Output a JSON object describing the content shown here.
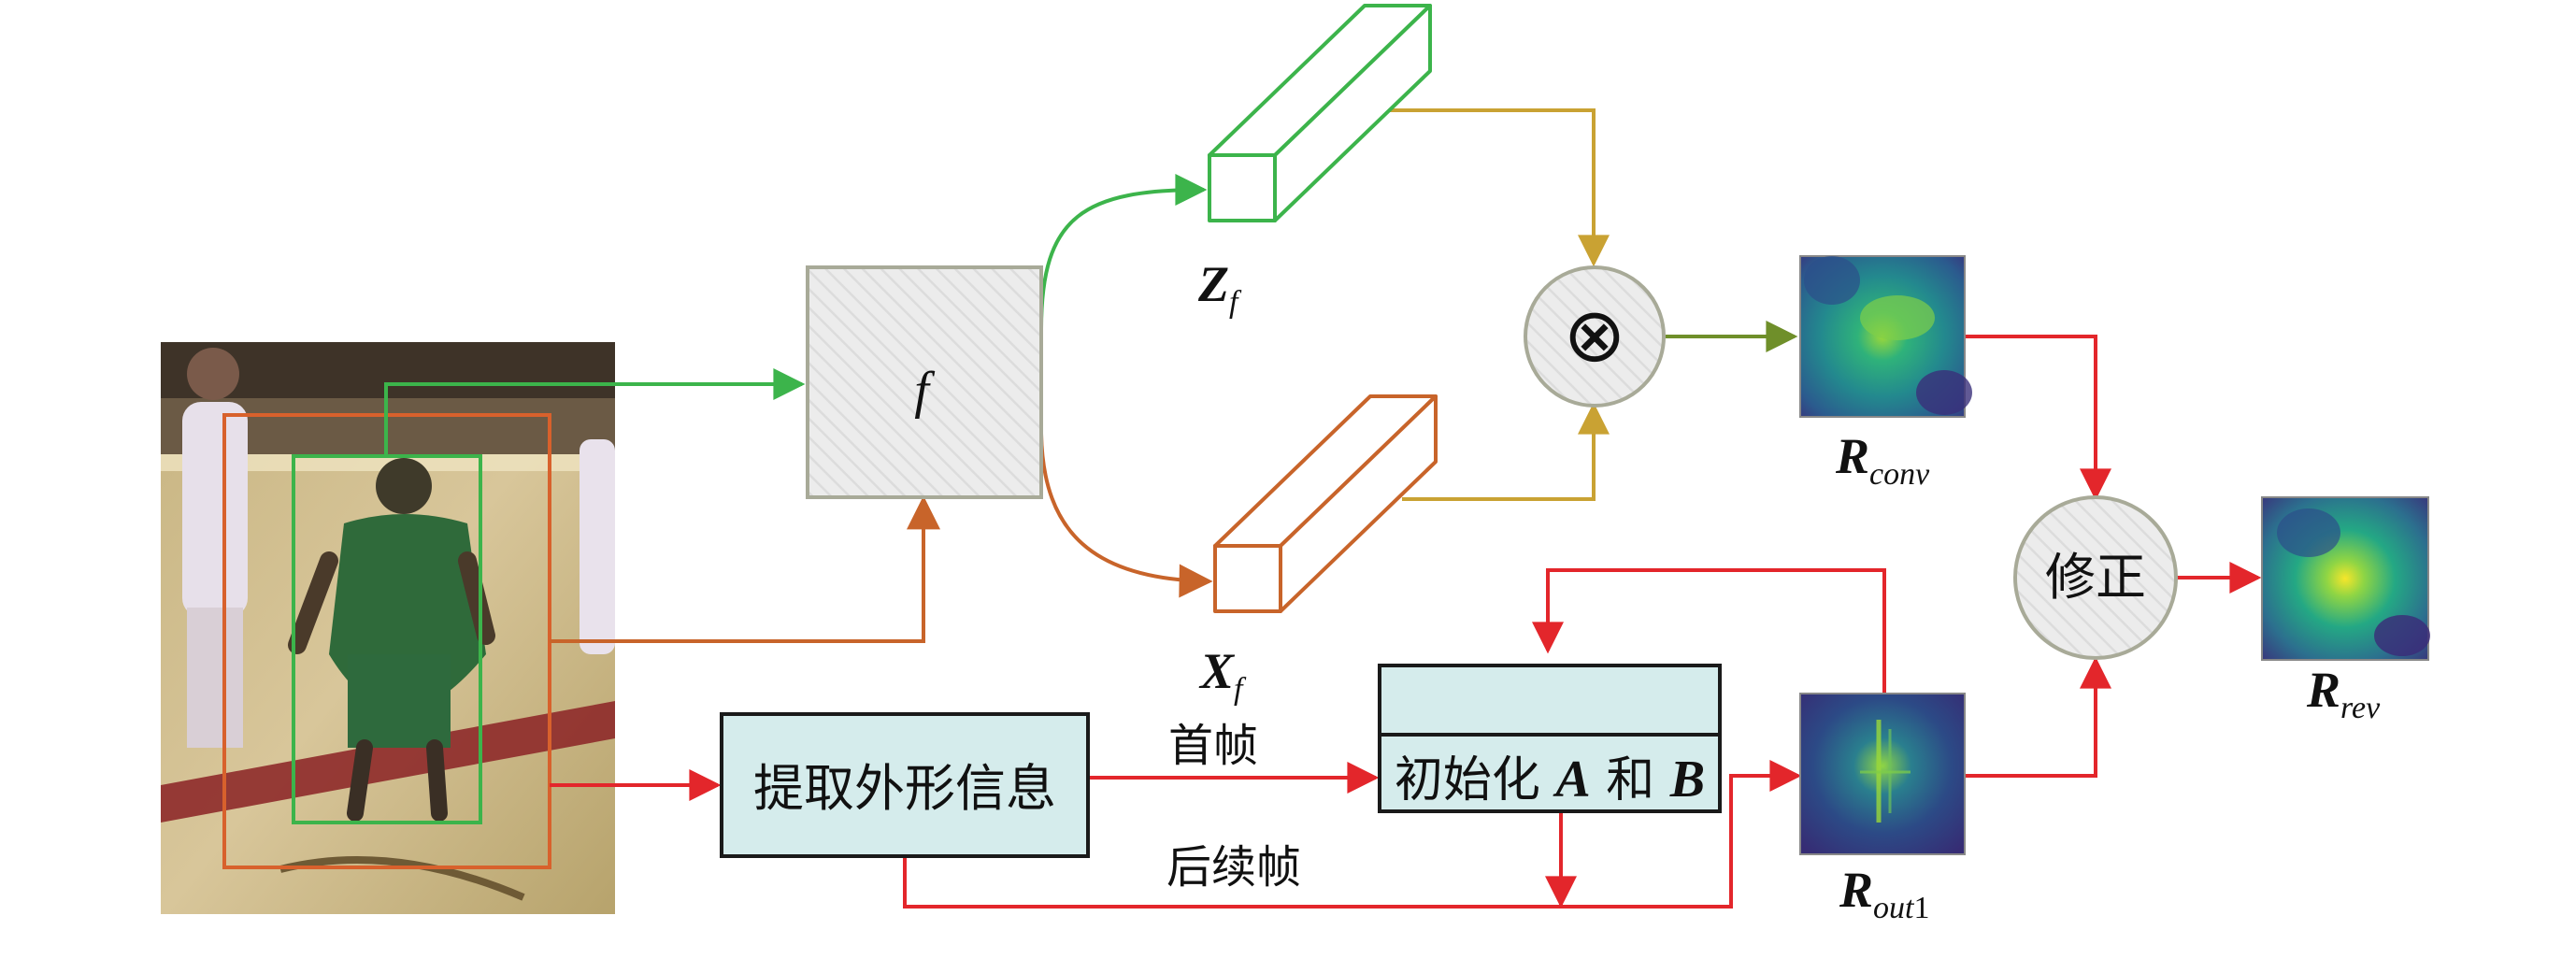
{
  "colors": {
    "green": "#3cb44b",
    "orange": "#c8642a",
    "gold": "#c9a233",
    "olive": "#6f8f2a",
    "red": "#e3262b",
    "box_fill": "#d5ecec",
    "circle_fill": "#e6e6e6",
    "f_fill": "#e8e8e8",
    "f_border": "#a8aa98"
  },
  "extractor": {
    "label": "f"
  },
  "template_feature": {
    "main": "Z",
    "sub": "f"
  },
  "search_feature": {
    "main": "X",
    "sub": "f"
  },
  "correlation": {
    "symbol": "⊗"
  },
  "conv_response": {
    "main": "R",
    "sub": "conv"
  },
  "appearance_box": {
    "label": "提取外形信息"
  },
  "init_box": {
    "prefix": "初始化 ",
    "a": "A",
    "mid": " 和 ",
    "b": "B"
  },
  "first_frame": {
    "label": "首帧"
  },
  "later_frames": {
    "label": "后续帧"
  },
  "out_response": {
    "main": "R",
    "sub": "out",
    "suffix": "1"
  },
  "correction": {
    "label": "修正"
  },
  "rev_response": {
    "main": "R",
    "sub": "rev"
  }
}
